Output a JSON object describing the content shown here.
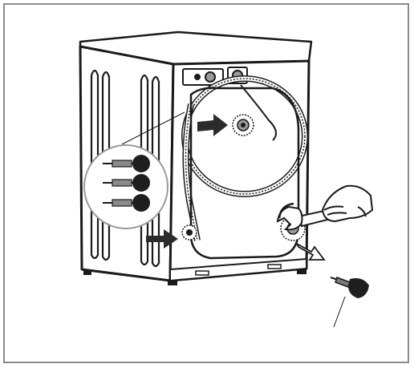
{
  "figure": {
    "subject": "washing-machine-rear-view",
    "step": "remove-transit-bolts",
    "colors": {
      "frame": "#8a8a8a",
      "outline": "#1a1a1a",
      "arrow": "#2b2b2b",
      "bolt": "#1e1e1e",
      "panel": "#ffffff"
    },
    "icons": {
      "arrows": [
        "arrow-right-icon",
        "arrow-right-icon",
        "arrow-down-right-icon"
      ],
      "tool": "spanner-icon",
      "hand": "hand-icon"
    },
    "transit_bolts_in_callout": 3
  }
}
